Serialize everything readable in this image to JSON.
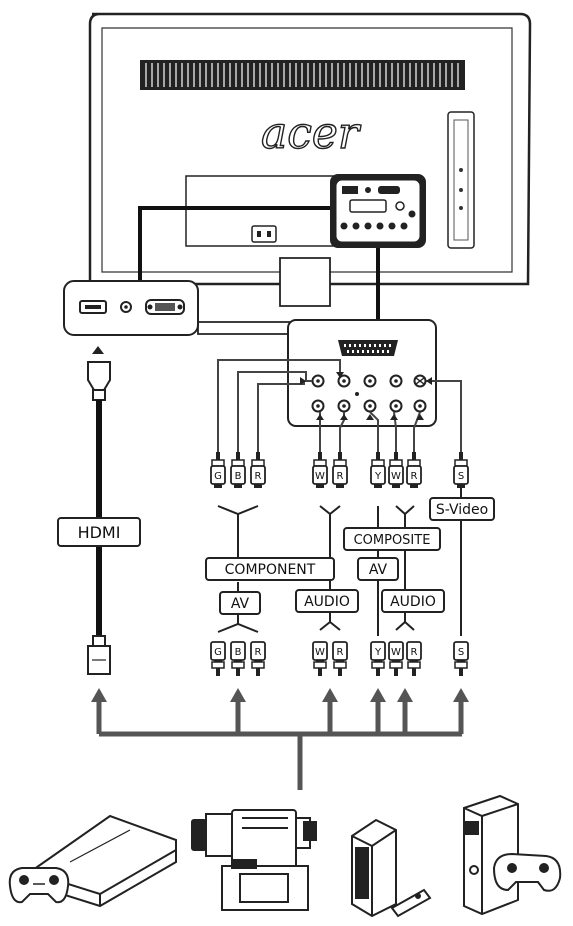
{
  "monitor": {
    "brand": "acer"
  },
  "labels": {
    "hdmi": "HDMI",
    "component": "COMPONENT",
    "av_left": "AV",
    "audio_left": "AUDIO",
    "composite": "COMPOSITE",
    "av_right": "AV",
    "audio_right": "AUDIO",
    "svideo": "S-Video"
  },
  "plugs": {
    "top": [
      "G",
      "B",
      "R",
      "W",
      "R",
      "Y",
      "W",
      "R",
      "S"
    ],
    "bottom": [
      "G",
      "B",
      "R",
      "W",
      "R",
      "Y",
      "W",
      "R",
      "S"
    ]
  },
  "devices": [
    "game-console-ps3",
    "camcorder",
    "wii-console",
    "xbox-console"
  ]
}
